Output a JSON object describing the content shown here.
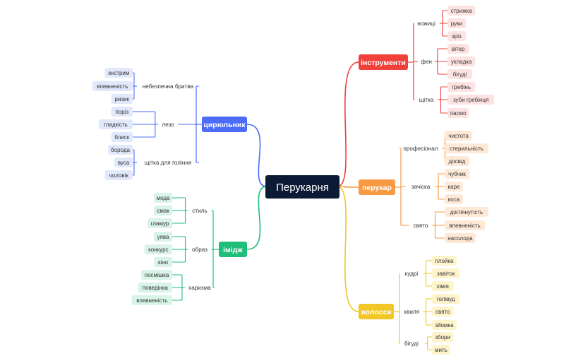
{
  "colors": {
    "center_bg": "#0d1a36",
    "red": "#f0403a",
    "orange": "#f89a43",
    "yellow": "#f2c625",
    "blue": "#4a6cf7",
    "green": "#1ebf7a",
    "red_chip": "#fde2e2",
    "orange_chip": "#fee9d6",
    "yellow_chip": "#fdf4cc",
    "blue_chip": "#e2e8fc",
    "green_chip": "#d8f3e7"
  },
  "map": {
    "center": "Перукарня",
    "branches": [
      {
        "key": "instruments",
        "label": "інструменти",
        "color": "red",
        "subs": [
          {
            "label": "ножиці",
            "leaves": [
              "стрижка",
              "руки",
              "зріз"
            ]
          },
          {
            "label": "фен",
            "leaves": [
              "вітер",
              "укладка",
              "бігуді"
            ]
          },
          {
            "label": "щітка",
            "leaves": [
              "гребінь",
              "зуби гребінця",
              "пасмо"
            ]
          }
        ]
      },
      {
        "key": "hairdresser",
        "label": "перукар",
        "color": "orange",
        "subs": [
          {
            "label": "професіонал",
            "leaves": [
              "чистота",
              "стерильність",
              "досвід"
            ]
          },
          {
            "label": "зачіска",
            "leaves": [
              "чубчик",
              "каре",
              "коса"
            ]
          },
          {
            "label": "свято",
            "leaves": [
              "доглянутість",
              "впевненість",
              "насолода"
            ]
          }
        ]
      },
      {
        "key": "hair",
        "label": "волосся",
        "color": "yellow",
        "subs": [
          {
            "label": "кудрі",
            "leaves": [
              "плойка",
              "завіток",
              "хімія"
            ]
          },
          {
            "label": "хвиля",
            "leaves": [
              "голівуд",
              "свято",
              "зйомка"
            ]
          },
          {
            "label": "бігуді",
            "leaves": [
              "збори",
              "мить"
            ]
          }
        ]
      },
      {
        "key": "barber",
        "label": "цирюльник",
        "color": "blue",
        "subs": [
          {
            "label": "небезпечна бритва",
            "leaves": [
              "екстрим",
              "впевненість",
              "ризик"
            ]
          },
          {
            "label": "лезо",
            "leaves": [
              "поріз",
              "гладкість",
              "блиск"
            ]
          },
          {
            "label": "щітка для гоління",
            "leaves": [
              "борода",
              "вуса",
              "чоловік"
            ]
          }
        ]
      },
      {
        "key": "image",
        "label": "імідж",
        "color": "green",
        "subs": [
          {
            "label": "стиль",
            "leaves": [
              "мода",
              "смак",
              "гламур"
            ]
          },
          {
            "label": "образ",
            "leaves": [
              "уява",
              "конкурс",
              "кіно"
            ]
          },
          {
            "label": "харизма",
            "leaves": [
              "посмішка",
              "поведінка",
              "впевненість"
            ]
          }
        ]
      }
    ]
  }
}
